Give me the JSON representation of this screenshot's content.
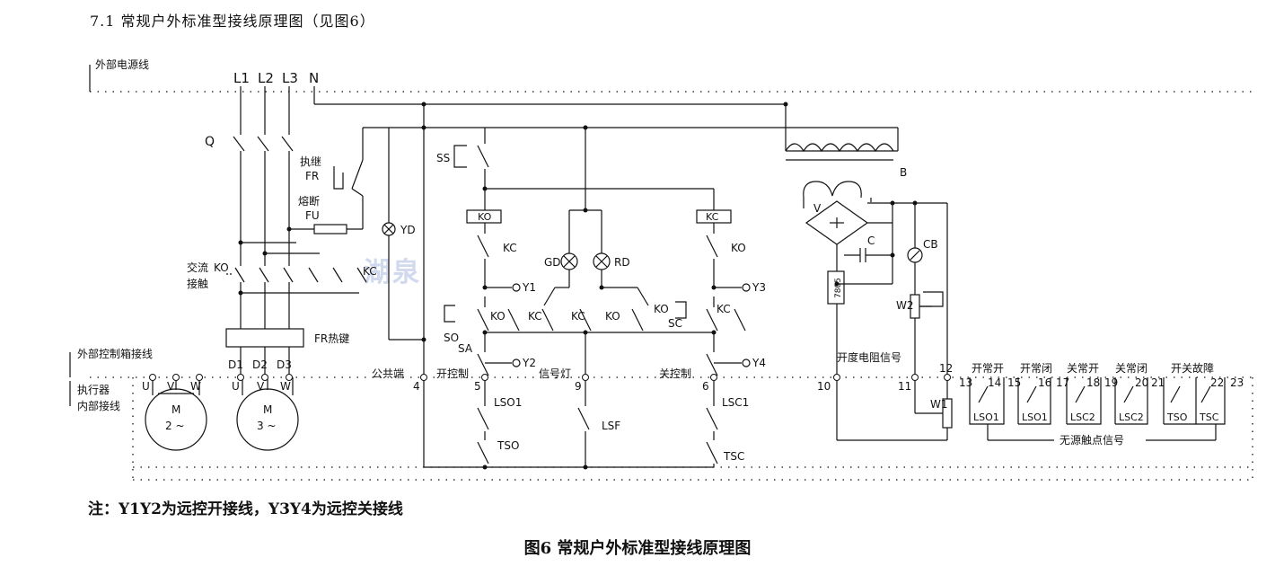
{
  "heading": "7.1 常规户外标准型接线原理图（见图6）",
  "note": "注：Y1Y2为远控开接线，Y3Y4为远控关接线",
  "caption": "图6 常规户外标准型接线原理图",
  "watermark": "湖泉",
  "labels": {
    "external_power": "外部电源线",
    "external_control": "外部控制箱接线",
    "actuator_internal_1": "执行器",
    "actuator_internal_2": "内部接线",
    "L1": "L1",
    "L2": "L2",
    "L3": "L3",
    "N": "N",
    "Q": "Q",
    "fr_1": "执继",
    "fr_2": "FR",
    "fu_1": "熔断",
    "fu_2": "FU",
    "yd": "YD",
    "ac_contact_1": "交流",
    "ac_contact_2": "接触",
    "ko": "KO",
    "kc": "KC",
    "fr_key": "FR热键",
    "d1": "D1",
    "d2": "D2",
    "d3": "D3",
    "u": "U",
    "v": "V",
    "w": "W",
    "m": "M",
    "m2": "2 ~",
    "m3": "3 ~",
    "ss": "SS",
    "so": "SO",
    "sa": "SA",
    "sc": "SC",
    "y1": "Y1",
    "y2": "Y2",
    "y3": "Y3",
    "y4": "Y4",
    "gd": "GD",
    "rd": "RD",
    "common": "公共端",
    "open_ctrl": "开控制",
    "signal_lamp": "信号灯",
    "close_ctrl": "关控制",
    "t4": "4",
    "t5": "5",
    "t9": "9",
    "t6": "6",
    "lso1": "LSO1",
    "tso": "TSO",
    "lsf": "LSF",
    "lsc1": "LSC1",
    "tsc": "TSC",
    "b": "B",
    "vv": "V",
    "c": "C",
    "cb": "CB",
    "w2": "W2",
    "w1": "W1",
    "reg": "7805",
    "opening_resistance": "开度电阻信号",
    "t10": "10",
    "t11": "11",
    "t12": "12",
    "normally_open_open": "开常开",
    "normally_open_closed": "开常闭",
    "close_normally_open": "关常开",
    "close_normally_closed": "关常闭",
    "switch_fault": "开关故障",
    "t13": "13",
    "t14": "14",
    "t15": "15",
    "t16": "16",
    "t17": "17",
    "t18": "18",
    "t19": "19",
    "t20": "20",
    "t21": "21",
    "t22": "22",
    "t23": "23",
    "box_lso1a": "LSO1",
    "box_lso1b": "LSO1",
    "box_lsc2a": "LSC2",
    "box_lsc2b": "LSC2",
    "box_tso": "TSO",
    "box_tsc": "TSC",
    "dry_contact": "无源触点信号"
  }
}
